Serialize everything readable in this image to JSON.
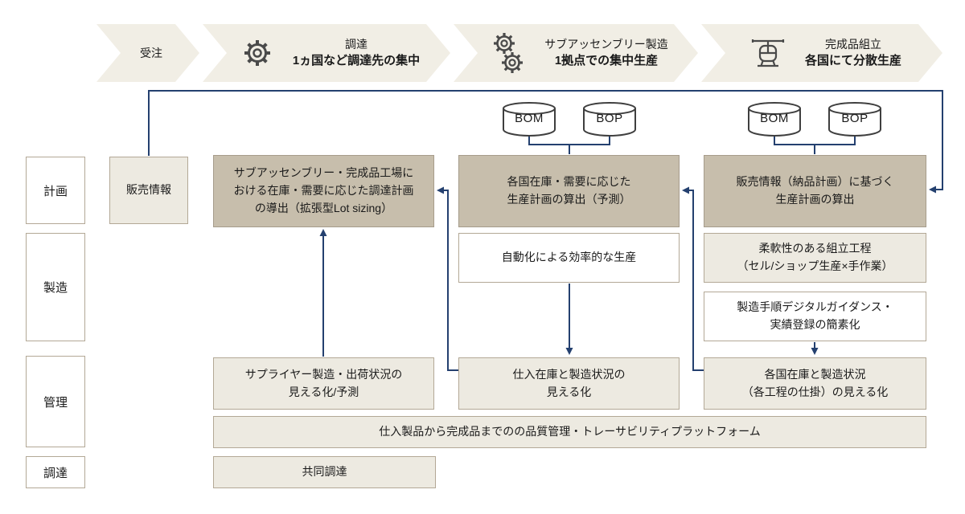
{
  "colors": {
    "accent": "#24406f",
    "chevron-fill": "#f1eee5",
    "box-light": "#edeae1",
    "box-dark": "#c7beac",
    "box-border": "#b3a896",
    "icon": "#4a4a4a",
    "text": "#1a1a1a"
  },
  "flow_steps": [
    {
      "title": "受注",
      "subtitle": ""
    },
    {
      "title": "調達",
      "subtitle": "1ヵ国など調達先の集中"
    },
    {
      "title": "サブアッセンブリー製造",
      "subtitle": "1拠点での集中生産"
    },
    {
      "title": "完成品組立",
      "subtitle": "各国にて分散生産"
    }
  ],
  "row_labels": {
    "plan": "計画",
    "manufacturing": "製造",
    "management": "管理",
    "procurement": "調達"
  },
  "databases": {
    "bom": "BOM",
    "bop": "BOP"
  },
  "cells": {
    "sales_info": "販売情報",
    "plan_procurement": "サブアッセンブリー・完成品工場に\nおける在庫・需要に応じた調達計画\nの導出（拡張型Lot sizing）",
    "plan_country": "各国在庫・需要に応じた\n生産計画の算出（予測）",
    "plan_sales": "販売情報（納品計画）に基づく\n生産計画の算出",
    "mfg_automation": "自動化による効率的な生産",
    "mfg_flexible": "柔軟性のある組立工程\n（セル/ショップ生産×手作業）",
    "mfg_digital": "製造手順デジタルガイダンス・\n実績登録の簡素化",
    "mgmt_supplier": "サプライヤー製造・出荷状況の\n見える化/予測",
    "mgmt_purchase": "仕入在庫と製造状況の\n見える化",
    "mgmt_country": "各国在庫と製造状況\n（各工程の仕掛）の見える化",
    "mgmt_quality": "仕入製品から完成品までのの品質管理・トレーサビリティプラットフォーム",
    "joint_procurement": "共同調達"
  }
}
